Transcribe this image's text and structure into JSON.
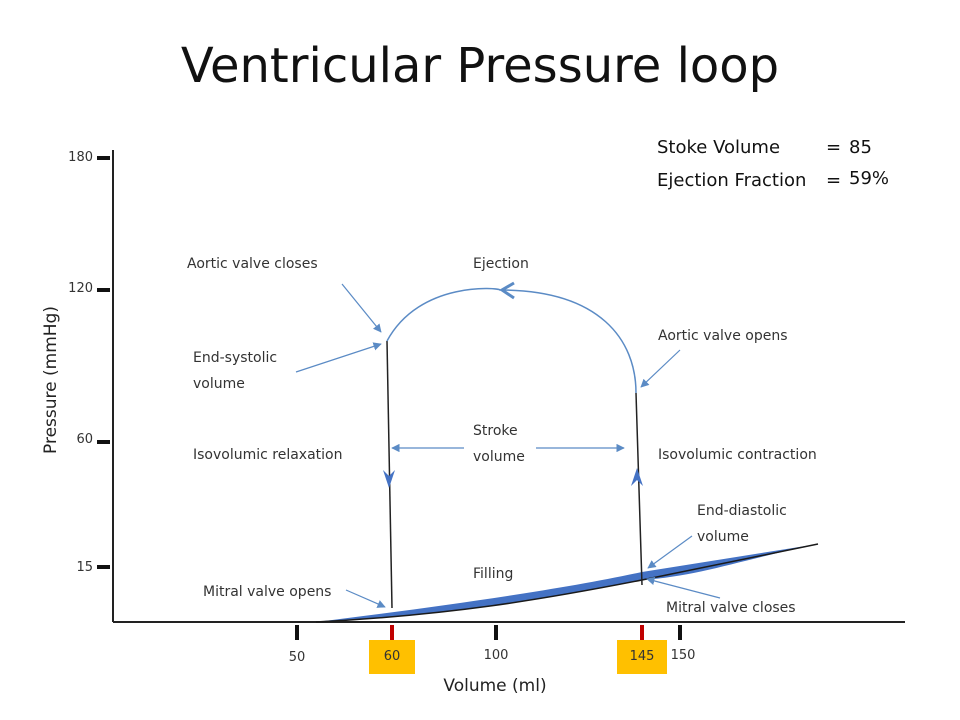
{
  "title": "Ventricular Pressure loop",
  "summary": {
    "stroke_volume_label": "Stoke Volume",
    "stroke_volume_eq": "=",
    "stroke_volume_value": "85",
    "ejection_fraction_label": "Ejection Fraction",
    "ejection_fraction_eq": "=",
    "ejection_fraction_value": "59%"
  },
  "axes": {
    "y_label": "Pressure (mmHg)",
    "x_label": "Volume (ml)",
    "y_ticks": [
      "180",
      "120",
      "60",
      "15"
    ],
    "x_ticks": [
      "50",
      "100",
      "150"
    ],
    "x_highlighted": [
      "60",
      "145"
    ]
  },
  "annotations": {
    "aortic_valve_closes": "Aortic valve closes",
    "ejection": "Ejection",
    "aortic_valve_opens": "Aortic valve opens",
    "end_systolic_volume": "End-systolic volume",
    "isovolumic_relaxation": "Isovolumic relaxation",
    "stroke_volume": "Stroke volume",
    "isovolumic_contraction": "Isovolumic contraction",
    "end_diastolic_volume": "End-diastolic volume",
    "filling": "Filling",
    "mitral_valve_opens": "Mitral valve opens",
    "mitral_valve_closes": "Mitral valve closes"
  },
  "colors": {
    "loop_line": "#5b8bc5",
    "filling_fill": "#4472c4",
    "highlight_box": "#ffc000",
    "red_tick": "#c00000"
  }
}
